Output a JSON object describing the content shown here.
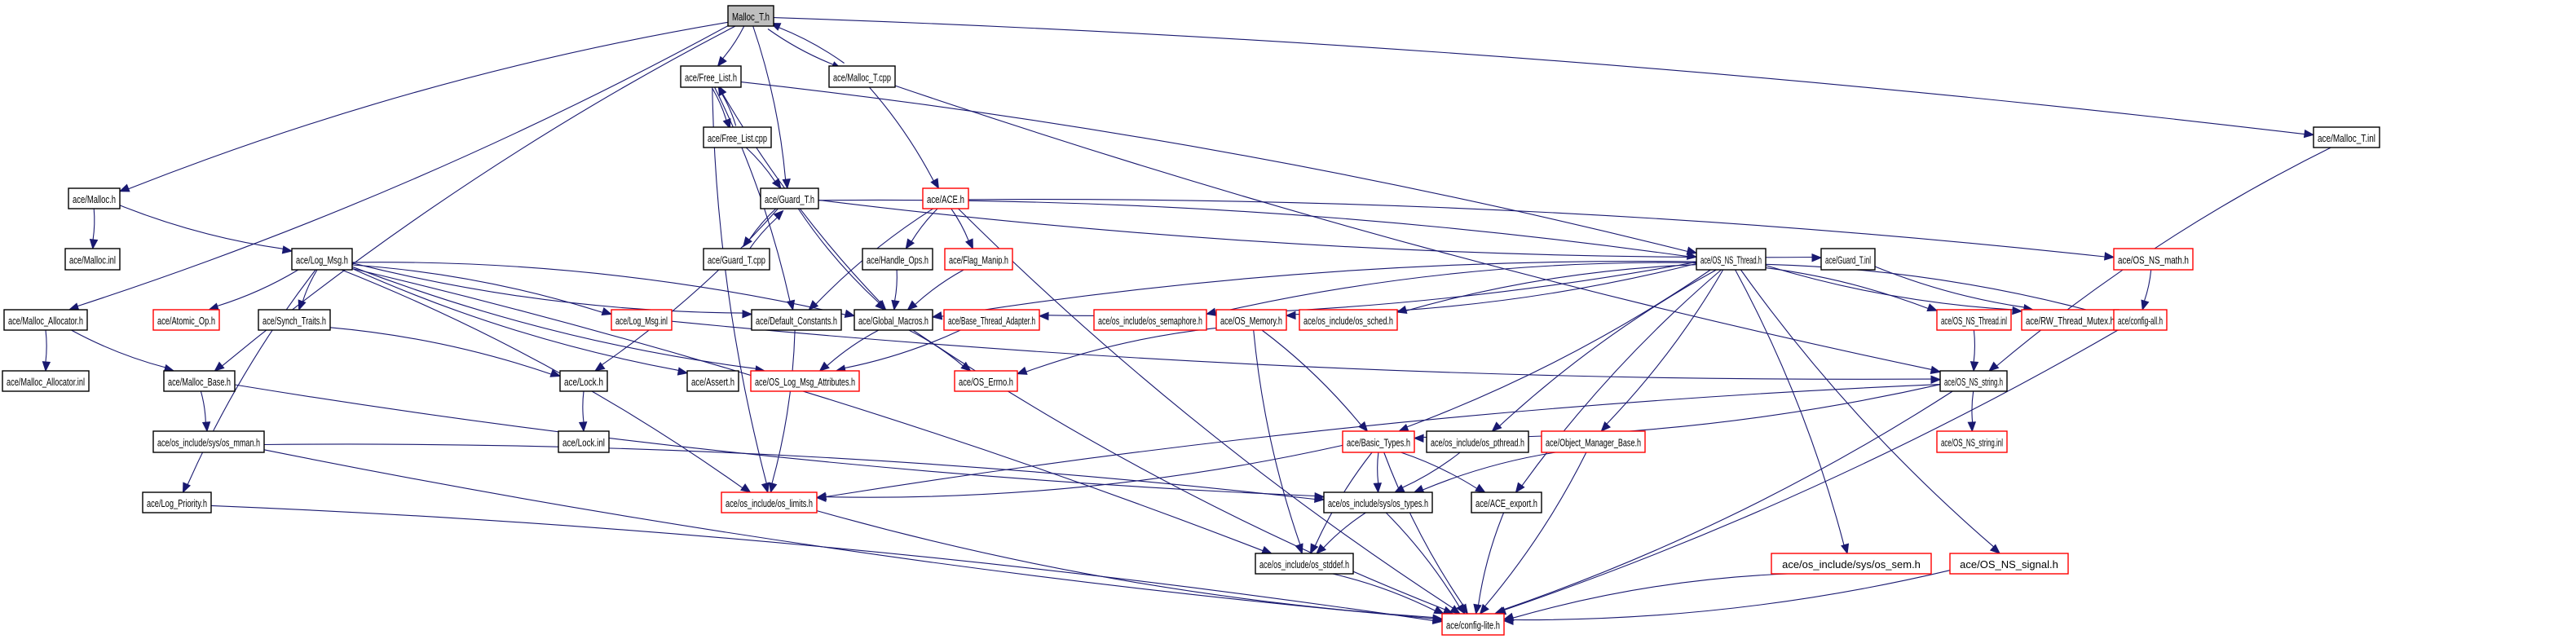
{
  "diagram": {
    "type": "include-dependency-graph",
    "root": "Malloc_T.h",
    "colors": {
      "edge": "#191970",
      "root_fill": "#bfbfbf",
      "node_fill": "#ffffff",
      "documented_border": "#000000",
      "truncated_border": "#ff0000"
    },
    "nodes": [
      {
        "id": "malloc_t_h",
        "label": "Malloc_T.h",
        "kind": "root"
      },
      {
        "id": "free_list_h",
        "label": "ace/Free_List.h",
        "kind": "normal"
      },
      {
        "id": "malloc_t_cpp",
        "label": "ace/Malloc_T.cpp",
        "kind": "normal"
      },
      {
        "id": "free_list_cpp",
        "label": "ace/Free_List.cpp",
        "kind": "normal"
      },
      {
        "id": "malloc_t_inl",
        "label": "ace/Malloc_T.inl",
        "kind": "normal"
      },
      {
        "id": "malloc_h",
        "label": "ace/Malloc.h",
        "kind": "normal"
      },
      {
        "id": "guard_t_h",
        "label": "ace/Guard_T.h",
        "kind": "normal"
      },
      {
        "id": "ace_h",
        "label": "ace/ACE.h",
        "kind": "truncated"
      },
      {
        "id": "malloc_inl",
        "label": "ace/Malloc.inl",
        "kind": "normal"
      },
      {
        "id": "log_msg_h",
        "label": "ace/Log_Msg.h",
        "kind": "normal"
      },
      {
        "id": "guard_t_cpp",
        "label": "ace/Guard_T.cpp",
        "kind": "normal"
      },
      {
        "id": "handle_ops_h",
        "label": "ace/Handle_Ops.h",
        "kind": "normal"
      },
      {
        "id": "flag_manip_h",
        "label": "ace/Flag_Manip.h",
        "kind": "truncated"
      },
      {
        "id": "os_ns_thread_h",
        "label": "ace/OS_NS_Thread.h",
        "kind": "normal"
      },
      {
        "id": "guard_t_inl",
        "label": "ace/Guard_T.inl",
        "kind": "normal"
      },
      {
        "id": "os_ns_math_h",
        "label": "ace/OS_NS_math.h",
        "kind": "truncated"
      },
      {
        "id": "malloc_allocator_h",
        "label": "ace/Malloc_Allocator.h",
        "kind": "normal"
      },
      {
        "id": "atomic_op_h",
        "label": "ace/Atomic_Op.h",
        "kind": "truncated"
      },
      {
        "id": "synch_traits_h",
        "label": "ace/Synch_Traits.h",
        "kind": "normal"
      },
      {
        "id": "log_msg_inl",
        "label": "ace/Log_Msg.inl",
        "kind": "truncated"
      },
      {
        "id": "default_constants_h",
        "label": "ace/Default_Constants.h",
        "kind": "normal"
      },
      {
        "id": "global_macros_h",
        "label": "ace/Global_Macros.h",
        "kind": "normal"
      },
      {
        "id": "base_thread_adapter_h",
        "label": "ace/Base_Thread_Adapter.h",
        "kind": "truncated"
      },
      {
        "id": "os_semaphore_h",
        "label": "ace/os_include/os_semaphore.h",
        "kind": "truncated"
      },
      {
        "id": "os_memory_h",
        "label": "ace/OS_Memory.h",
        "kind": "truncated"
      },
      {
        "id": "os_sched_h",
        "label": "ace/os_include/os_sched.h",
        "kind": "truncated"
      },
      {
        "id": "os_ns_thread_inl",
        "label": "ace/OS_NS_Thread.inl",
        "kind": "truncated"
      },
      {
        "id": "rw_thread_mutex_h",
        "label": "ace/RW_Thread_Mutex.h",
        "kind": "truncated"
      },
      {
        "id": "config_all_h",
        "label": "ace/config-all.h",
        "kind": "truncated"
      },
      {
        "id": "malloc_allocator_inl",
        "label": "ace/Malloc_Allocator.inl",
        "kind": "normal"
      },
      {
        "id": "malloc_base_h",
        "label": "ace/Malloc_Base.h",
        "kind": "normal"
      },
      {
        "id": "lock_h",
        "label": "ace/Lock.h",
        "kind": "normal"
      },
      {
        "id": "assert_h",
        "label": "ace/Assert.h",
        "kind": "normal"
      },
      {
        "id": "os_log_msg_attributes_h",
        "label": "ace/OS_Log_Msg_Attributes.h",
        "kind": "truncated"
      },
      {
        "id": "os_errno_h",
        "label": "ace/OS_Errno.h",
        "kind": "truncated"
      },
      {
        "id": "os_ns_string_h",
        "label": "ace/OS_NS_string.h",
        "kind": "normal"
      },
      {
        "id": "os_mman_h",
        "label": "ace/os_include/sys/os_mman.h",
        "kind": "normal"
      },
      {
        "id": "lock_inl",
        "label": "ace/Lock.inl",
        "kind": "normal"
      },
      {
        "id": "basic_types_h",
        "label": "ace/Basic_Types.h",
        "kind": "truncated"
      },
      {
        "id": "os_pthread_h",
        "label": "ace/os_include/os_pthread.h",
        "kind": "normal"
      },
      {
        "id": "object_manager_base_h",
        "label": "ace/Object_Manager_Base.h",
        "kind": "truncated"
      },
      {
        "id": "os_ns_string_inl",
        "label": "ace/OS_NS_string.inl",
        "kind": "truncated"
      },
      {
        "id": "log_priority_h",
        "label": "ace/Log_Priority.h",
        "kind": "normal"
      },
      {
        "id": "os_limits_h",
        "label": "ace/os_include/os_limits.h",
        "kind": "truncated"
      },
      {
        "id": "os_types_h",
        "label": "ace/os_include/sys/os_types.h",
        "kind": "normal"
      },
      {
        "id": "ace_export_h",
        "label": "ace/ACE_export.h",
        "kind": "normal"
      },
      {
        "id": "os_stddef_h",
        "label": "ace/os_include/os_stddef.h",
        "kind": "normal"
      },
      {
        "id": "os_sem_h",
        "label": "ace/os_include/sys/os_sem.h",
        "kind": "truncated"
      },
      {
        "id": "os_ns_signal_h",
        "label": "ace/OS_NS_signal.h",
        "kind": "truncated"
      },
      {
        "id": "config_lite_h",
        "label": "ace/config-lite.h",
        "kind": "truncated"
      }
    ],
    "edges": [
      [
        "malloc_t_h",
        "free_list_h"
      ],
      [
        "malloc_t_h",
        "malloc_t_cpp"
      ],
      [
        "malloc_t_h",
        "guard_t_h"
      ],
      [
        "malloc_t_h",
        "malloc_h"
      ],
      [
        "malloc_t_h",
        "malloc_allocator_h"
      ],
      [
        "malloc_t_h",
        "malloc_base_h"
      ],
      [
        "malloc_t_h",
        "malloc_t_inl"
      ],
      [
        "malloc_t_cpp",
        "malloc_t_h"
      ],
      [
        "malloc_t_cpp",
        "ace_h"
      ],
      [
        "malloc_t_cpp",
        "os_ns_string_h"
      ],
      [
        "free_list_h",
        "free_list_cpp"
      ],
      [
        "free_list_h",
        "global_macros_h"
      ],
      [
        "free_list_h",
        "default_constants_h"
      ],
      [
        "free_list_h",
        "os_limits_h"
      ],
      [
        "free_list_h",
        "os_ns_thread_h"
      ],
      [
        "free_list_cpp",
        "free_list_h"
      ],
      [
        "free_list_cpp",
        "guard_t_h"
      ],
      [
        "guard_t_h",
        "guard_t_cpp"
      ],
      [
        "guard_t_h",
        "lock_h"
      ],
      [
        "guard_t_h",
        "global_macros_h"
      ],
      [
        "guard_t_h",
        "os_ns_thread_h"
      ],
      [
        "guard_t_h",
        "guard_t_inl"
      ],
      [
        "guard_t_cpp",
        "guard_t_h"
      ],
      [
        "ace_h",
        "handle_ops_h"
      ],
      [
        "ace_h",
        "flag_manip_h"
      ],
      [
        "ace_h",
        "default_constants_h"
      ],
      [
        "ace_h",
        "os_ns_math_h"
      ],
      [
        "ace_h",
        "config_lite_h"
      ],
      [
        "handle_ops_h",
        "global_macros_h"
      ],
      [
        "flag_manip_h",
        "global_macros_h"
      ],
      [
        "malloc_h",
        "malloc_inl"
      ],
      [
        "malloc_h",
        "log_msg_h"
      ],
      [
        "log_msg_h",
        "atomic_op_h"
      ],
      [
        "log_msg_h",
        "synch_traits_h"
      ],
      [
        "log_msg_h",
        "log_msg_inl"
      ],
      [
        "log_msg_h",
        "default_constants_h"
      ],
      [
        "log_msg_h",
        "global_macros_h"
      ],
      [
        "log_msg_h",
        "log_priority_h"
      ],
      [
        "log_msg_h",
        "os_limits_h"
      ],
      [
        "log_msg_h",
        "os_log_msg_attributes_h"
      ],
      [
        "log_msg_h",
        "os_stddef_h"
      ],
      [
        "log_msg_h",
        "assert_h"
      ],
      [
        "synch_traits_h",
        "lock_h"
      ],
      [
        "lock_h",
        "lock_inl"
      ],
      [
        "malloc_allocator_h",
        "malloc_allocator_inl"
      ],
      [
        "malloc_allocator_h",
        "malloc_base_h"
      ],
      [
        "malloc_base_h",
        "os_mman_h"
      ],
      [
        "malloc_base_h",
        "os_types_h"
      ],
      [
        "os_mman_h",
        "os_types_h"
      ],
      [
        "os_mman_h",
        "config_lite_h"
      ],
      [
        "log_priority_h",
        "config_lite_h"
      ],
      [
        "log_msg_inl",
        "os_ns_string_h"
      ],
      [
        "default_constants_h",
        "os_limits_h"
      ],
      [
        "global_macros_h",
        "os_log_msg_attributes_h"
      ],
      [
        "global_macros_h",
        "os_errno_h"
      ],
      [
        "global_macros_h",
        "config_lite_h"
      ],
      [
        "base_thread_adapter_h",
        "os_log_msg_attributes_h"
      ],
      [
        "os_ns_thread_h",
        "global_macros_h"
      ],
      [
        "os_ns_thread_h",
        "base_thread_adapter_h"
      ],
      [
        "os_ns_thread_h",
        "os_semaphore_h"
      ],
      [
        "os_ns_thread_h",
        "os_memory_h"
      ],
      [
        "os_ns_thread_h",
        "os_sched_h"
      ],
      [
        "os_ns_thread_h",
        "basic_types_h"
      ],
      [
        "os_ns_thread_h",
        "os_pthread_h"
      ],
      [
        "os_ns_thread_h",
        "object_manager_base_h"
      ],
      [
        "os_ns_thread_h",
        "ace_export_h"
      ],
      [
        "os_ns_thread_h",
        "os_sem_h"
      ],
      [
        "os_ns_thread_h",
        "os_ns_signal_h"
      ],
      [
        "os_ns_thread_h",
        "os_ns_thread_inl"
      ],
      [
        "os_ns_thread_h",
        "rw_thread_mutex_h"
      ],
      [
        "os_ns_thread_h",
        "config_all_h"
      ],
      [
        "guard_t_inl",
        "rw_thread_mutex_h"
      ],
      [
        "os_ns_math_h",
        "config_all_h"
      ],
      [
        "os_memory_h",
        "os_errno_h"
      ],
      [
        "os_memory_h",
        "basic_types_h"
      ],
      [
        "os_memory_h",
        "os_stddef_h"
      ],
      [
        "os_ns_thread_inl",
        "os_ns_string_h"
      ],
      [
        "malloc_t_inl",
        "os_ns_string_h"
      ],
      [
        "config_all_h",
        "config_lite_h"
      ],
      [
        "os_ns_string_h",
        "os_ns_string_inl"
      ],
      [
        "os_ns_string_h",
        "basic_types_h"
      ],
      [
        "os_ns_string_h",
        "os_limits_h"
      ],
      [
        "os_ns_string_h",
        "config_lite_h"
      ],
      [
        "basic_types_h",
        "os_types_h"
      ],
      [
        "basic_types_h",
        "ace_export_h"
      ],
      [
        "basic_types_h",
        "os_stddef_h"
      ],
      [
        "basic_types_h",
        "os_limits_h"
      ],
      [
        "basic_types_h",
        "config_lite_h"
      ],
      [
        "os_pthread_h",
        "os_types_h"
      ],
      [
        "object_manager_base_h",
        "os_types_h"
      ],
      [
        "object_manager_base_h",
        "config_lite_h"
      ],
      [
        "os_types_h",
        "os_stddef_h"
      ],
      [
        "os_types_h",
        "config_lite_h"
      ],
      [
        "ace_export_h",
        "config_lite_h"
      ],
      [
        "os_stddef_h",
        "config_lite_h"
      ],
      [
        "os_sem_h",
        "config_lite_h"
      ],
      [
        "os_ns_signal_h",
        "config_lite_h"
      ],
      [
        "os_limits_h",
        "config_lite_h"
      ]
    ]
  }
}
